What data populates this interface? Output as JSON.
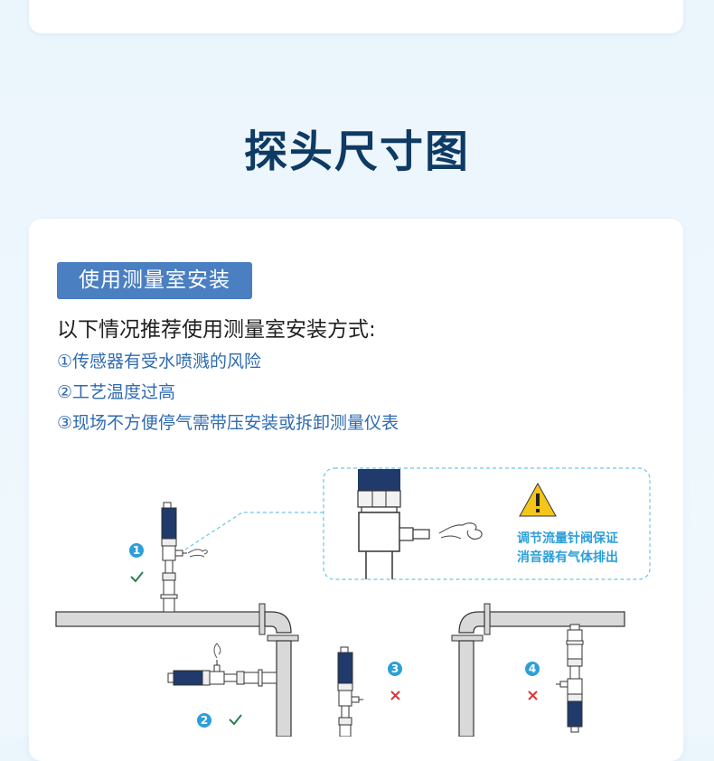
{
  "section": {
    "title": "探头尺寸图"
  },
  "install": {
    "tag": "使用测量室安装",
    "lead": "以下情况推荐使用测量室安装方式:",
    "items": [
      "①传感器有受水喷溅的风险",
      "②工艺温度过高",
      "③现场不方便停气需带压安装或拆卸测量仪表"
    ]
  },
  "diagram": {
    "warning_lines": [
      "调节流量针阀保证",
      "消音器有气体排出"
    ],
    "markers": [
      {
        "number": "1",
        "status": "ok"
      },
      {
        "number": "2",
        "status": "ok"
      },
      {
        "number": "3",
        "status": "wrong"
      },
      {
        "number": "4",
        "status": "wrong"
      }
    ],
    "colors": {
      "probe": "#1f3a6b",
      "pipe": "#d9d9d9",
      "ok": "#2e7d4f",
      "wrong": "#d6393a",
      "marker": "#2c9fd9",
      "warning": "#f5c518"
    }
  }
}
